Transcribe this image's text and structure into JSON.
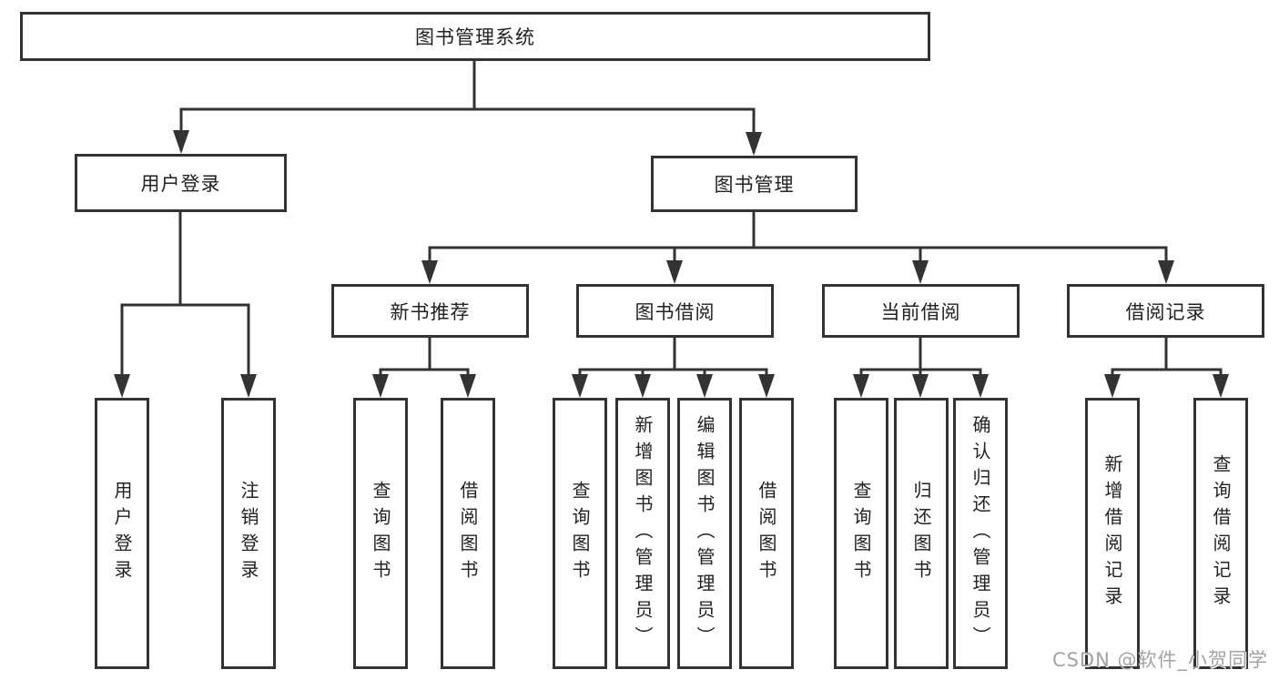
{
  "diagram": {
    "type": "hierarchy-tree",
    "title": "图书管理系统"
  },
  "root": {
    "label": "图书管理系统"
  },
  "level2": [
    {
      "label": "用户登录"
    },
    {
      "label": "图书管理"
    }
  ],
  "level3": [
    {
      "label": "新书推荐"
    },
    {
      "label": "图书借阅"
    },
    {
      "label": "当前借阅"
    },
    {
      "label": "借阅记录"
    }
  ],
  "leaf_groups": [
    {
      "parent": "用户登录",
      "items": [
        "用户登录",
        "注销登录"
      ]
    },
    {
      "parent": "新书推荐",
      "items": [
        "查询图书",
        "借阅图书"
      ]
    },
    {
      "parent": "图书借阅",
      "items": [
        "查询图书",
        "新增图书（管理员）",
        "编辑图书（管理员）",
        "借阅图书"
      ]
    },
    {
      "parent": "当前借阅",
      "items": [
        "查询图书",
        "归还图书",
        "确认归还（管理员）"
      ]
    },
    {
      "parent": "借阅记录",
      "items": [
        "新增借阅记录",
        "查询借阅记录"
      ]
    }
  ],
  "watermark": "CSDN @软件_小贺同学",
  "colors": {
    "line": "#333333",
    "box_border": "#333333",
    "box_fill": "#ffffff",
    "text": "#222222",
    "watermark": "#a3a3a3",
    "background": "#ffffff"
  }
}
